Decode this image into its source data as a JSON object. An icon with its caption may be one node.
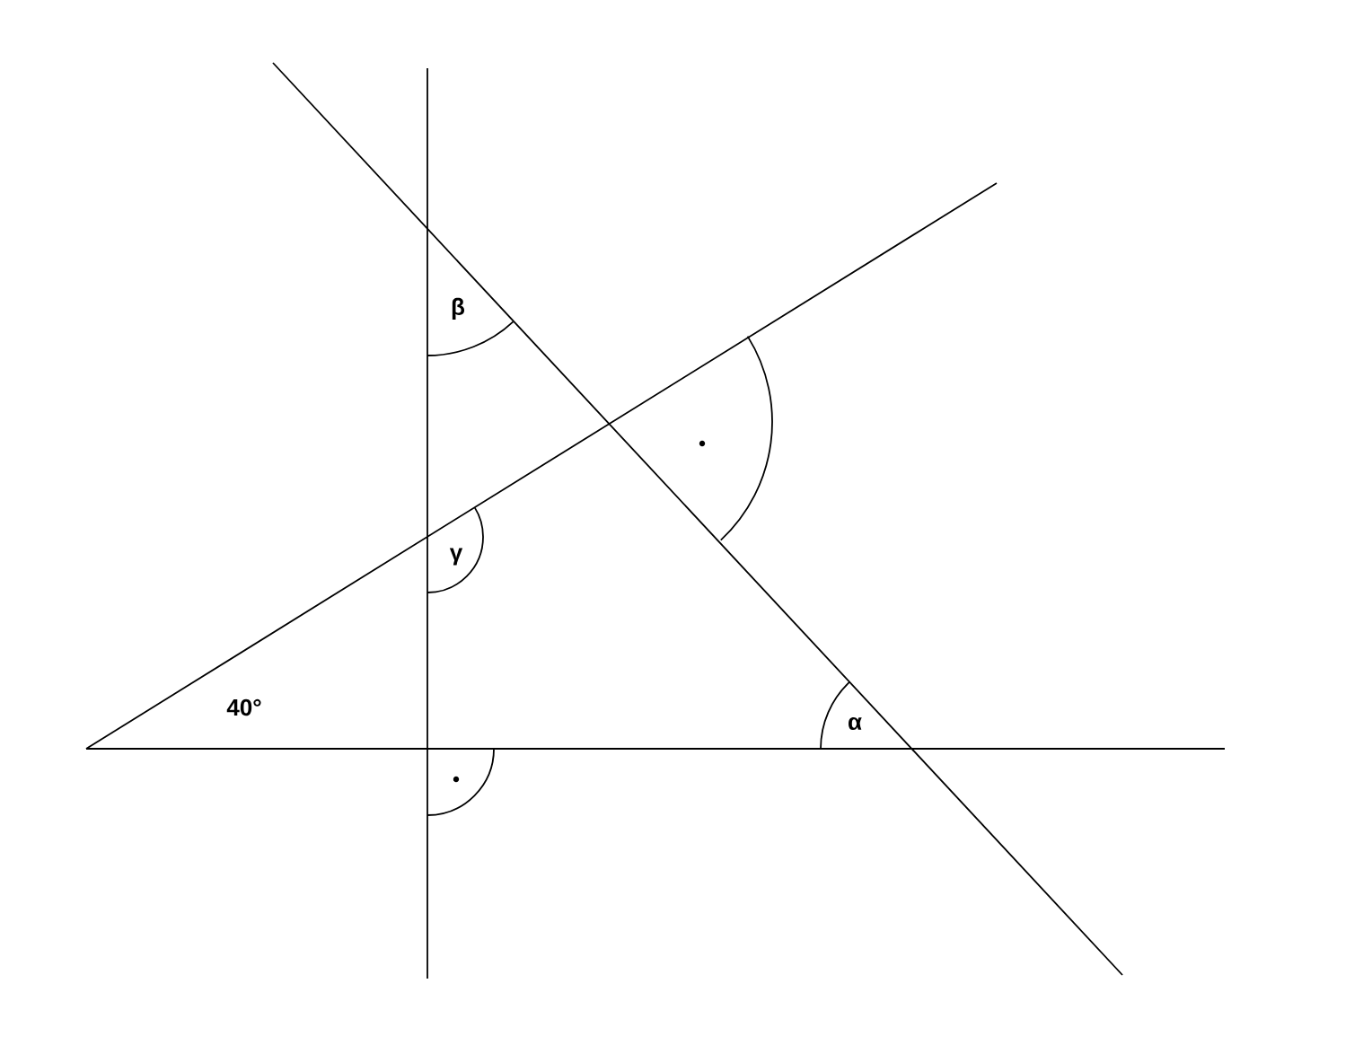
{
  "diagram": {
    "labels": [
      "β",
      "γ",
      "40°",
      "α"
    ]
  }
}
